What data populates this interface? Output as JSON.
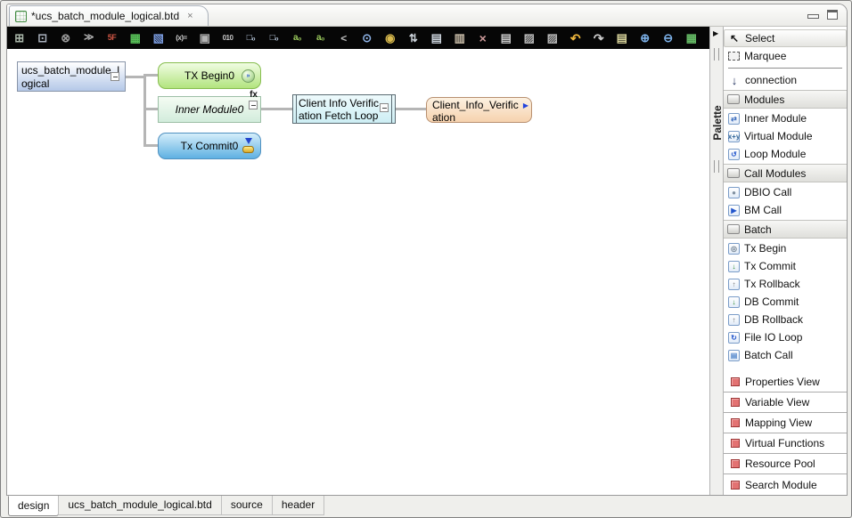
{
  "window": {
    "tab": {
      "label": "*ucs_batch_module_logical.btd",
      "close": "×"
    },
    "controls": {
      "minimize": "minimize",
      "maximize": "maximize"
    }
  },
  "toolbar": {
    "icons": [
      {
        "name": "batch-flow-icon",
        "glyph": "⊞",
        "color": "#a9b6a9",
        "size": 13
      },
      {
        "name": "export-flow-icon",
        "glyph": "⊡",
        "color": "#a9b0bc",
        "size": 13
      },
      {
        "name": "disable-icon",
        "glyph": "⊗",
        "color": "#9a9a9a",
        "size": 13
      },
      {
        "name": "step-over-icon",
        "glyph": "≫",
        "color": "#b3b3b3",
        "size": 11
      },
      {
        "name": "breakpoint-icon",
        "glyph": "5F",
        "color": "#cc5544",
        "size": 9
      },
      {
        "name": "grid-editor-icon",
        "glyph": "▦",
        "color": "#58c058",
        "size": 13
      },
      {
        "name": "flow-editor-icon",
        "glyph": "▧",
        "color": "#7b9ce0",
        "size": 13
      },
      {
        "name": "variable-assign-icon",
        "glyph": "(x)=",
        "color": "#cfcfcf",
        "size": 8
      },
      {
        "name": "console-window-icon",
        "glyph": "▣",
        "color": "#b3b3b3",
        "size": 13
      },
      {
        "name": "binary-doc-icon",
        "glyph": "010",
        "color": "#c6c6c6",
        "size": 8
      },
      {
        "name": "copy-doc-zero-icon",
        "glyph": "□₀",
        "color": "#b9c9dd",
        "size": 10
      },
      {
        "name": "copy-doc-zero-alt-icon",
        "glyph": "□₀",
        "color": "#b9c9dd",
        "size": 10
      },
      {
        "name": "attr-doc-icon",
        "glyph": "a₀",
        "color": "#9ccb5d",
        "size": 10
      },
      {
        "name": "attr-doc-alt-icon",
        "glyph": "a₀",
        "color": "#9ccb5d",
        "size": 10
      },
      {
        "name": "collapse-all-icon",
        "glyph": "<",
        "color": "#bbbbbb",
        "size": 12
      },
      {
        "name": "search-binary-icon",
        "glyph": "⊙",
        "color": "#8fb4e8",
        "size": 13
      },
      {
        "name": "db-resource-icon",
        "glyph": "◉",
        "color": "#d9ba4d",
        "size": 13
      },
      {
        "name": "sync-arrows-icon",
        "glyph": "⇅",
        "color": "#ccd3da",
        "size": 12
      },
      {
        "name": "copy-icon",
        "glyph": "▤",
        "color": "#ccd4dd",
        "size": 13
      },
      {
        "name": "paste-icon",
        "glyph": "▥",
        "color": "#c9bda9",
        "size": 13
      },
      {
        "name": "delete-icon",
        "glyph": "×",
        "color": "#cc9a9a",
        "size": 14
      },
      {
        "name": "outline-doc-icon",
        "glyph": "▤",
        "color": "#c9c9c9",
        "size": 13
      },
      {
        "name": "snippet-doc-icon",
        "glyph": "▨",
        "color": "#b9b9b9",
        "size": 13
      },
      {
        "name": "snippet-doc-alt-icon",
        "glyph": "▨",
        "color": "#b9b9b9",
        "size": 13
      },
      {
        "name": "undo-icon",
        "glyph": "↶",
        "color": "#f0b83d",
        "size": 14
      },
      {
        "name": "redo-icon",
        "glyph": "↷",
        "color": "#cdcdcd",
        "size": 14
      },
      {
        "name": "properties-table-icon",
        "glyph": "▤",
        "color": "#d9d59c",
        "size": 13
      },
      {
        "name": "zoom-in-icon",
        "glyph": "⊕",
        "color": "#7db2ea",
        "size": 13
      },
      {
        "name": "zoom-out-icon",
        "glyph": "⊖",
        "color": "#7db2ea",
        "size": 13
      },
      {
        "name": "chart-doc-icon",
        "glyph": "▦",
        "color": "#66bb66",
        "size": 13
      }
    ]
  },
  "canvas": {
    "nodes": [
      {
        "id": "root",
        "label": "ucs_batch_module_logical",
        "type": "module-root"
      },
      {
        "id": "tx_begin0",
        "label": "TX Begin0",
        "type": "tx-begin",
        "icon_glyph": "»"
      },
      {
        "id": "inner_module0",
        "label": "Inner Module0",
        "type": "inner-module",
        "badge": "fx"
      },
      {
        "id": "tx_commit0",
        "label": "Tx Commit0",
        "type": "tx-commit"
      },
      {
        "id": "fetch_loop",
        "label": "Client Info Verification Fetch Loop",
        "type": "loop-module"
      },
      {
        "id": "client_info_verification",
        "label": "Client_Info_Verification",
        "type": "bm-call",
        "icon_glyph": "▶"
      }
    ],
    "edges": [
      [
        "root",
        "tx_begin0"
      ],
      [
        "root",
        "inner_module0"
      ],
      [
        "root",
        "tx_commit0"
      ],
      [
        "inner_module0",
        "fetch_loop"
      ],
      [
        "fetch_loop",
        "client_info_verification"
      ]
    ]
  },
  "palette": {
    "label": "Palette",
    "items": [
      {
        "type": "tool",
        "label": "Select",
        "icon": "select-cursor-icon",
        "glyph": "↖",
        "selected": true
      },
      {
        "type": "tool",
        "label": "Marquee",
        "icon": "marquee-icon",
        "glyph": ""
      },
      {
        "type": "separator"
      },
      {
        "type": "tool",
        "label": "connection",
        "icon": "connection-arrow-icon",
        "glyph": "↓"
      },
      {
        "type": "group",
        "label": "Modules",
        "icon": "drawer-icon"
      },
      {
        "type": "item",
        "label": "Inner Module",
        "icon": "inner-module-icon",
        "glyph": "⇄",
        "glyph_color": "#3366bb"
      },
      {
        "type": "item",
        "label": "Virtual Module",
        "icon": "virtual-module-icon",
        "glyph": "x+y",
        "glyph_color": "#336699"
      },
      {
        "type": "item",
        "label": "Loop Module",
        "icon": "loop-module-icon",
        "glyph": "↺",
        "glyph_color": "#2255cc"
      },
      {
        "type": "group",
        "label": "Call Modules",
        "icon": "drawer-icon"
      },
      {
        "type": "item",
        "label": "DBIO Call",
        "icon": "dbio-call-icon",
        "glyph": "●",
        "glyph_color": "#8090a0"
      },
      {
        "type": "item",
        "label": "BM Call",
        "icon": "bm-call-icon",
        "glyph": "▶",
        "glyph_color": "#2255cc"
      },
      {
        "type": "group",
        "label": "Batch",
        "icon": "drawer-icon"
      },
      {
        "type": "item",
        "label": "Tx Begin",
        "icon": "tx-begin-icon",
        "glyph": "◎",
        "glyph_color": "#708090"
      },
      {
        "type": "item",
        "label": "Tx Commit",
        "icon": "tx-commit-icon",
        "glyph": "↓",
        "glyph_color": "#2a8a2a"
      },
      {
        "type": "item",
        "label": "Tx Rollback",
        "icon": "tx-rollback-icon",
        "glyph": "↑",
        "glyph_color": "#707070"
      },
      {
        "type": "item",
        "label": "DB Commit",
        "icon": "db-commit-icon",
        "glyph": "↓",
        "glyph_color": "#2a8a2a"
      },
      {
        "type": "item",
        "label": "DB Rollback",
        "icon": "db-rollback-icon",
        "glyph": "↑",
        "glyph_color": "#707070"
      },
      {
        "type": "item",
        "label": "File IO Loop",
        "icon": "file-io-loop-icon",
        "glyph": "↻",
        "glyph_color": "#2255cc"
      },
      {
        "type": "item",
        "label": "Batch Call",
        "icon": "batch-call-icon",
        "glyph": "▤",
        "glyph_color": "#5588cc"
      },
      {
        "type": "spacer"
      },
      {
        "type": "view",
        "label": "Properties View",
        "icon": "view-square-icon"
      },
      {
        "type": "view",
        "label": "Variable View",
        "icon": "view-square-icon"
      },
      {
        "type": "view",
        "label": "Mapping View",
        "icon": "view-square-icon"
      },
      {
        "type": "view",
        "label": "Virtual Functions",
        "icon": "view-square-icon"
      },
      {
        "type": "view",
        "label": "Resource Pool",
        "icon": "view-square-icon"
      },
      {
        "type": "view",
        "label": "Search Module",
        "icon": "view-square-icon"
      }
    ]
  },
  "bottom_tabs": [
    {
      "label": "design",
      "active": true
    },
    {
      "label": "ucs_batch_module_logical.btd",
      "active": false
    },
    {
      "label": "source",
      "active": false
    },
    {
      "label": "header",
      "active": false
    }
  ]
}
